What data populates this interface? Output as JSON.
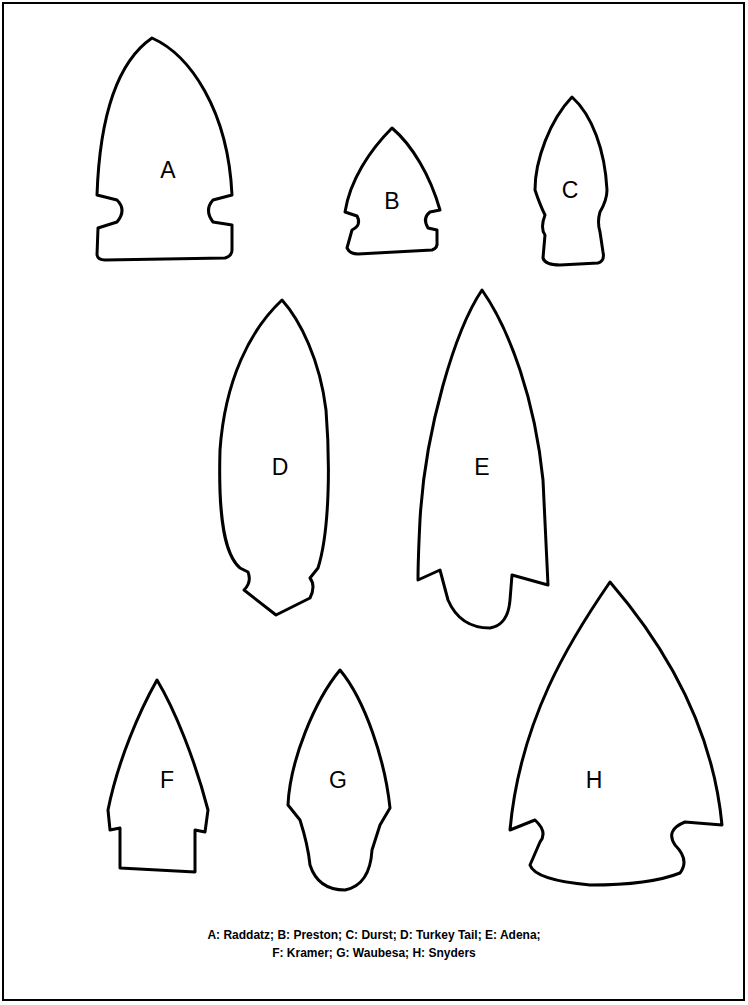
{
  "diagram": {
    "caption": "A: Raddatz; B: Preston; C: Durst; D: Turkey Tail; E: Adena; F: Kramer; G: Waubesa; H: Snyders",
    "nodes": [
      {
        "text": [
          "A"
        ]
      },
      {
        "text": [
          "B"
        ]
      },
      {
        "text": [
          "C"
        ]
      },
      {
        "text": [
          "D"
        ]
      },
      {
        "text": [
          "E"
        ]
      },
      {
        "text": [
          "F"
        ]
      },
      {
        "text": [
          "G"
        ]
      },
      {
        "text": [
          "H"
        ]
      }
    ]
  }
}
